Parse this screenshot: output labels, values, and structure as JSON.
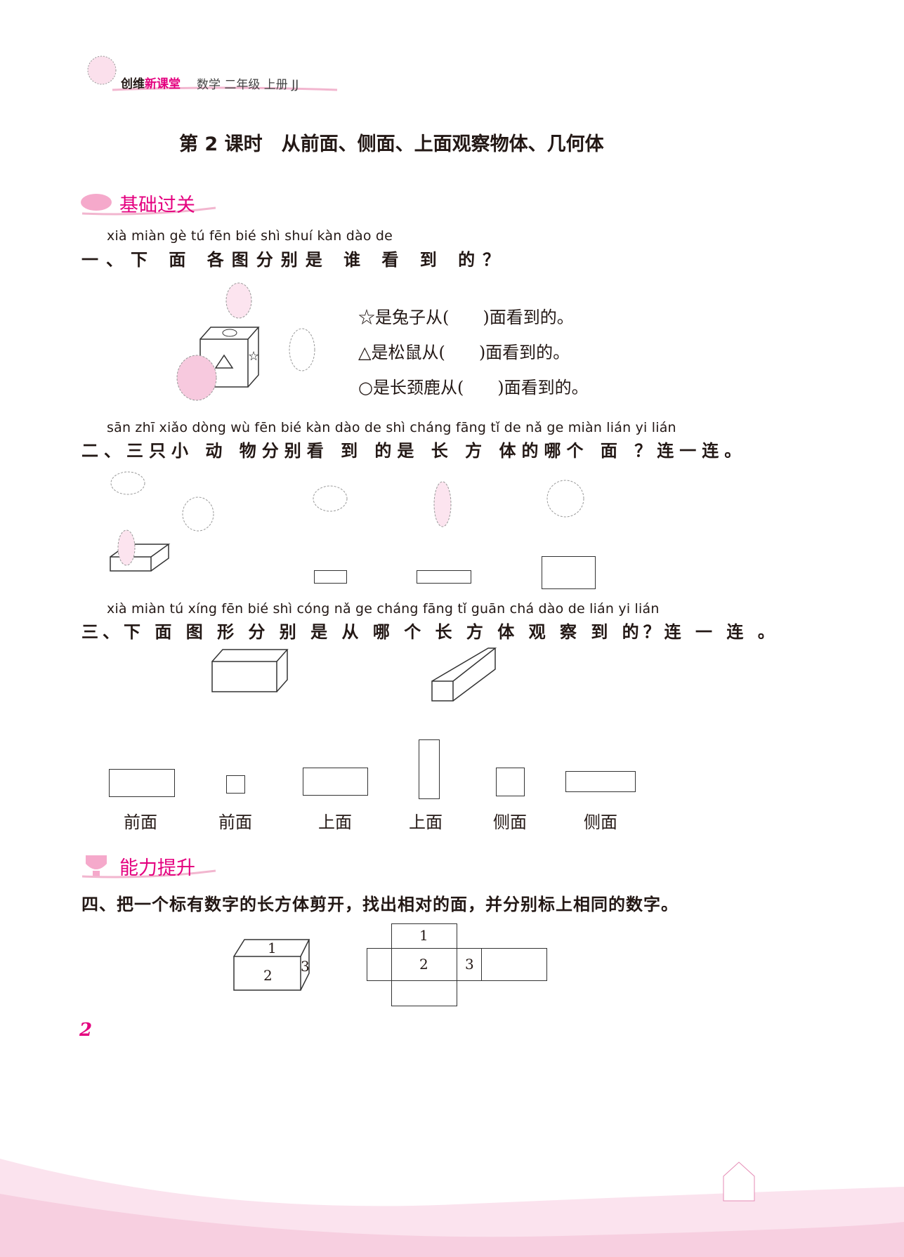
{
  "header": {
    "brand_a": "创维",
    "brand_b": "新课堂",
    "subject": "数学 二年级 上册 JJ"
  },
  "title": "第 2 课时　从前面、侧面、上面观察物体、几何体",
  "section1": "基础过关",
  "q1": {
    "pinyin": "xià miàn gè tú fēn bié shì shuí kàn dào de",
    "text": "一、下 面 各图分别是 谁 看 到 的？",
    "statements": [
      "☆是兔子从(　　)面看到的。",
      "△是松鼠从(　　)面看到的。",
      "○是长颈鹿从(　　)面看到的。"
    ]
  },
  "q2": {
    "pinyin": "sān zhī xiǎo dòng wù fēn bié kàn dào de shì cháng fāng  tǐ  de nǎ ge miàn    lián  yi  lián",
    "text": "二、三只小 动 物分别看 到 的是 长  方 体的哪个 面 ？连一连。"
  },
  "q3": {
    "pinyin": "xià miàn  tú  xíng fēn bié shì cóng nǎ ge cháng fāng  tǐ  guān chá dào de    lián  yi  lián",
    "text": "三、下 面 图 形 分 别 是 从 哪 个  长  方 体 观  察 到 的？连 一 连 。",
    "labels": [
      "前面",
      "前面",
      "上面",
      "上面",
      "侧面",
      "侧面"
    ]
  },
  "section2": "能力提升",
  "q4": {
    "text": "四、把一个标有数字的长方体剪开，找出相对的面，并分别标上相同的数字。",
    "box_labels": [
      "1",
      "2",
      "3"
    ],
    "net_labels": [
      "1",
      "2",
      "3"
    ]
  },
  "page_number": "2",
  "colors": {
    "accent": "#e4007f",
    "pink_light": "#f7c9de"
  }
}
